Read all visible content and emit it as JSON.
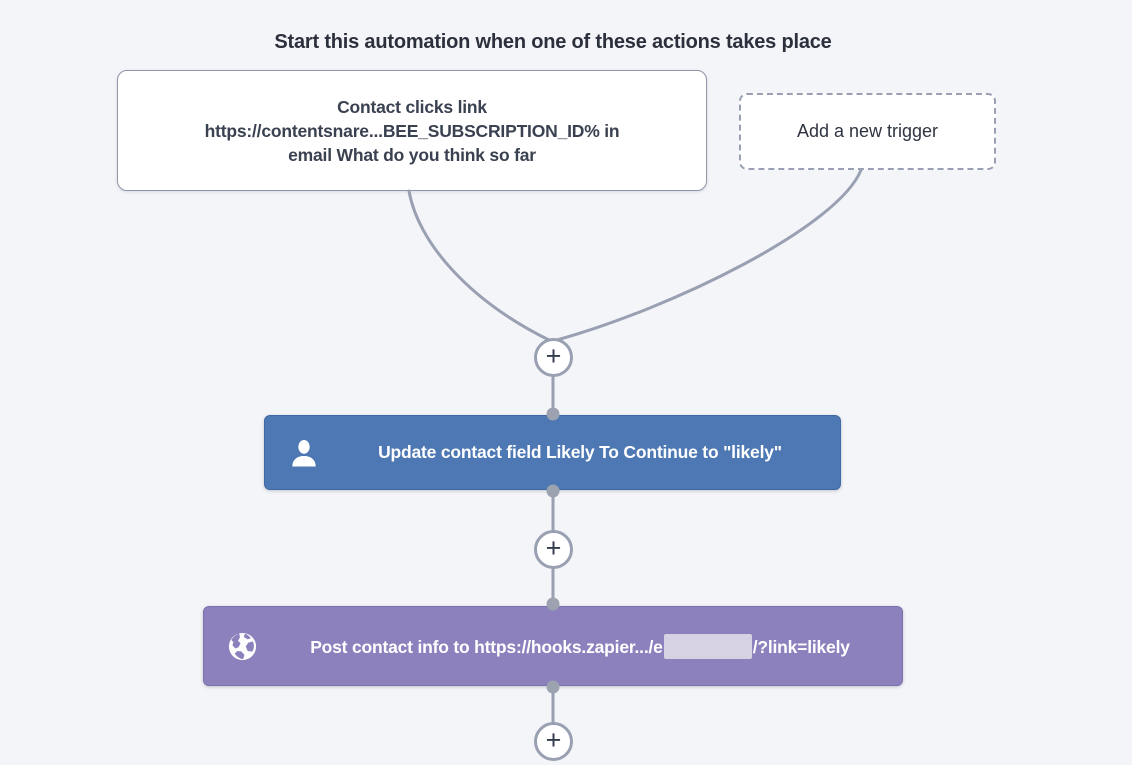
{
  "page": {
    "background_color": "#f4f5f9",
    "connector_color": "#99a0b2",
    "dot_color": "#9ca2b0"
  },
  "title": "Start this automation when one of these actions takes place",
  "triggers": {
    "trigger_box": {
      "lines": [
        "Contact clicks link",
        "https://contentsnare...BEE_SUBSCRIPTION_ID% in",
        "email What do you think so far"
      ]
    },
    "add_trigger": {
      "label": "Add a new trigger"
    }
  },
  "connectors": {
    "plus_label": "+"
  },
  "actions": [
    {
      "kind": "update-contact-field",
      "icon": "person-icon",
      "label": "Update contact field Likely To Continue to \"likely\"",
      "color": "#4d78b3"
    },
    {
      "kind": "webhook",
      "icon": "globe-icon",
      "label_prefix": "Post contact info to https://hooks.zapier.../e",
      "redacted": true,
      "label_suffix": "/?link=likely",
      "color": "#8c81bd"
    }
  ]
}
